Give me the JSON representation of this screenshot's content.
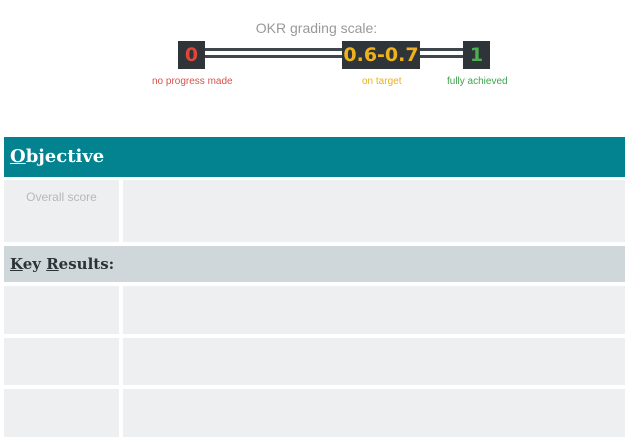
{
  "scale": {
    "title": "OKR grading scale:",
    "low_value": "0",
    "mid_value": "0.6-0.7",
    "high_value": "1",
    "low_caption": "no progress made",
    "mid_caption": "on target",
    "high_caption": "fully achieved",
    "colors": {
      "low": "#e0453a",
      "mid": "#f0b21c",
      "high": "#4caf50"
    }
  },
  "objective": {
    "header_first_letter": "O",
    "header_rest": "bjective",
    "overall_score_label": "Overall score",
    "color": "#038290"
  },
  "key_results": {
    "header_k": "K",
    "header_ey": "ey ",
    "header_r": "R",
    "header_rest": "esults:",
    "row_count": 3
  }
}
